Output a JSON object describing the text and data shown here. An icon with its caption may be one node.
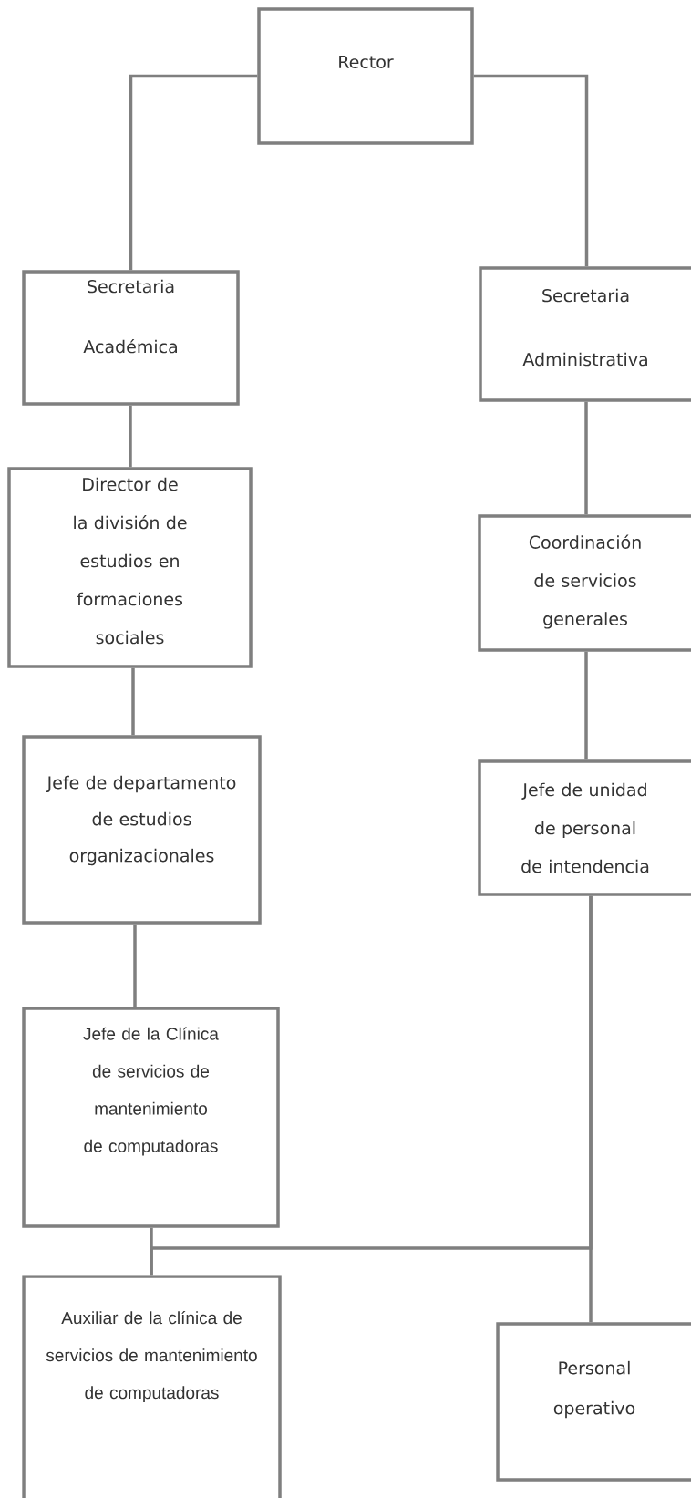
{
  "diagram": {
    "nodes": [
      {
        "text": [
          "Rector"
        ]
      },
      {
        "text": [
          "Secretaria Académica"
        ]
      },
      {
        "text": [
          "Secretaria Administrativa"
        ]
      },
      {
        "text": [
          "Director de la división de estudios en formaciones sociales"
        ]
      },
      {
        "text": [
          "Coordinación de servicios generales"
        ]
      },
      {
        "text": [
          "Jefe de departamento de estudios organizacionales"
        ]
      },
      {
        "text": [
          "Jefe de unidad de personal de intendencia"
        ]
      },
      {
        "text": [
          "Jefe de la Clínica de servicios de mantenimiento de computadoras"
        ]
      },
      {
        "text": [
          "Auxiliar de la clínica de servicios de mantenimiento de computadoras"
        ]
      },
      {
        "text": [
          "Personal operativo"
        ]
      }
    ],
    "edges": [
      {
        "from": 0,
        "to": 1,
        "arrow": "none"
      },
      {
        "from": 0,
        "to": 2,
        "arrow": "none"
      },
      {
        "from": 1,
        "to": 3,
        "arrow": "none"
      },
      {
        "from": 2,
        "to": 4,
        "arrow": "none"
      },
      {
        "from": 3,
        "to": 5,
        "arrow": "none"
      },
      {
        "from": 4,
        "to": 6,
        "arrow": "none"
      },
      {
        "from": 5,
        "to": 7,
        "arrow": "none"
      },
      {
        "from": 6,
        "to": 9,
        "arrow": "none"
      },
      {
        "from": 7,
        "to": 8,
        "arrow": "none"
      },
      {
        "from": 6,
        "to": 8,
        "arrow": "none"
      }
    ]
  }
}
